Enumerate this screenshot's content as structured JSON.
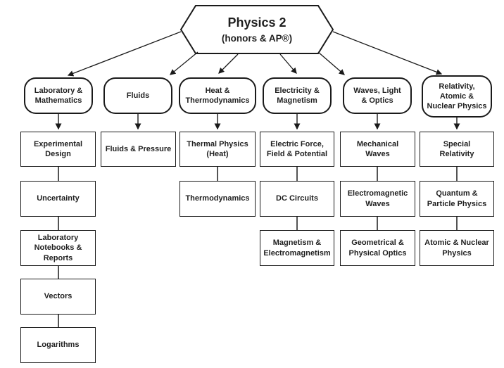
{
  "root": {
    "title": "Physics 2",
    "subtitle": "(honors & AP®)"
  },
  "colors": {
    "line": "#1a1a1a",
    "text": "#1f1f1f",
    "box_background": "#ffffff"
  },
  "columns": [
    {
      "category": "Laboratory &\nMathematics",
      "topics": [
        "Experimental\nDesign",
        "Uncertainty",
        "Laboratory\nNotebooks &\nReports",
        "Vectors",
        "Logarithms"
      ]
    },
    {
      "category": "Fluids",
      "topics": [
        "Fluids & Pressure"
      ]
    },
    {
      "category": "Heat &\nThermodynamics",
      "topics": [
        "Thermal Physics\n(Heat)",
        "Thermodynamics"
      ]
    },
    {
      "category": "Electricity &\nMagnetism",
      "topics": [
        "Electric Force,\nField & Potential",
        "DC Circuits",
        "Magnetism &\nElectromagnetism"
      ]
    },
    {
      "category": "Waves, Light\n& Optics",
      "topics": [
        "Mechanical\nWaves",
        "Electromagnetic\nWaves",
        "Geometrical &\nPhysical Optics"
      ]
    },
    {
      "category": "Relativity,\nAtomic &\nNuclear Physics",
      "topics": [
        "Special\nRelativity",
        "Quantum &\nParticle Physics",
        "Atomic & Nuclear\nPhysics"
      ]
    }
  ]
}
